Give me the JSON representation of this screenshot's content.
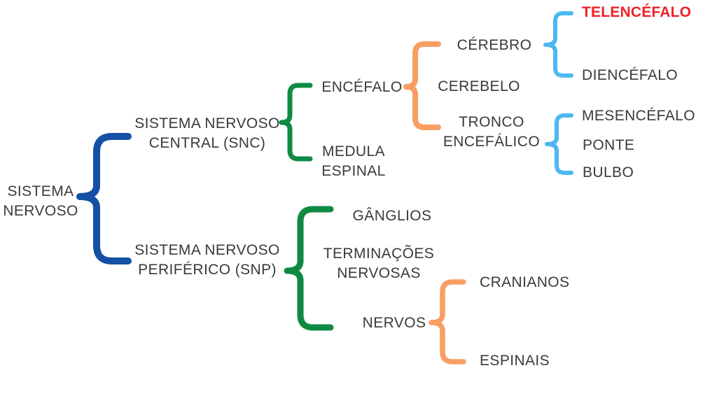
{
  "title": "Mapa conceitual do Sistema Nervoso",
  "colors": {
    "text": "#3a3a3a",
    "highlight": "#ee2227",
    "root_brace": "#1450a4",
    "green_brace": "#0f8a43",
    "orange_brace": "#f99e63",
    "lightblue_brace": "#4cb8f1"
  },
  "tree": {
    "root": {
      "label": "SISTEMA\nNERVOSO",
      "children": [
        {
          "label": "SISTEMA NERVOSO\nCENTRAL (SNC)",
          "children": [
            {
              "label": "ENCÉFALO",
              "children": [
                {
                  "label": "CÉREBRO",
                  "children": [
                    {
                      "label": "TELENCÉFALO",
                      "highlight": true
                    },
                    {
                      "label": "DIENCÉFALO"
                    }
                  ]
                },
                {
                  "label": "CEREBELO"
                },
                {
                  "label": "TRONCO\nENCEFÁLICO",
                  "children": [
                    {
                      "label": "MESENCÉFALO"
                    },
                    {
                      "label": "PONTE"
                    },
                    {
                      "label": "BULBO"
                    }
                  ]
                }
              ]
            },
            {
              "label": "MEDULA\nESPINAL"
            }
          ]
        },
        {
          "label": "SISTEMA NERVOSO\nPERIFÉRICO (SNP)",
          "children": [
            {
              "label": "GÂNGLIOS"
            },
            {
              "label": "TERMINAÇÕES\nNERVOSAS"
            },
            {
              "label": "NERVOS",
              "children": [
                {
                  "label": "CRANIANOS"
                },
                {
                  "label": "ESPINAIS"
                }
              ]
            }
          ]
        }
      ]
    }
  }
}
